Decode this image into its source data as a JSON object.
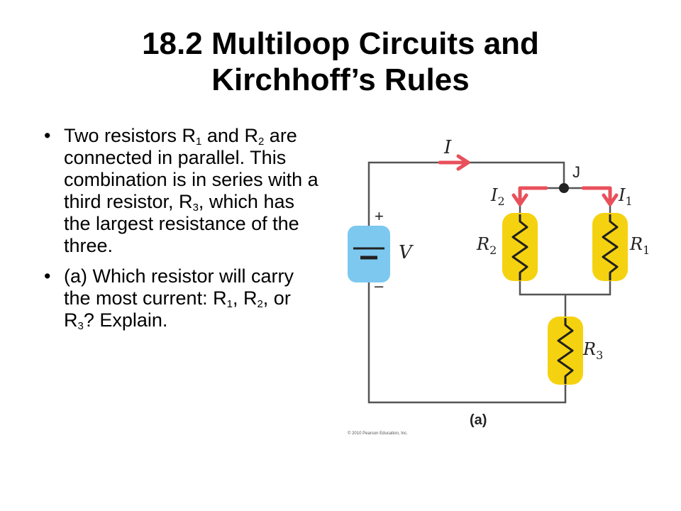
{
  "title": {
    "line1": "18.2 Multiloop Circuits and",
    "line2": "Kirchhoff’s Rules"
  },
  "bullets": [
    {
      "dot": "•",
      "t1": "Two resistors R",
      "s1": "1",
      "t2": " and R",
      "s2": "2",
      "t3": " are connected in parallel. This combination is in series with a third resistor, R",
      "s3": "3",
      "t4": ", which has the largest resistance of the three."
    },
    {
      "dot": "•",
      "t1": "(a) Which resistor will carry the most current: R",
      "s1": "1",
      "t2": ", R",
      "s2": "2",
      "t3": ", or R",
      "s3": "3",
      "t4": "? Explain."
    }
  ],
  "figure": {
    "current_main": "I",
    "junction": "J",
    "current_2": "I",
    "current_2_sub": "2",
    "current_1": "I",
    "current_1_sub": "1",
    "battery_plus": "+",
    "battery_minus": "–",
    "battery_label": "V",
    "r2_label": "R",
    "r2_sub": "2",
    "r1_label": "R",
    "r1_sub": "1",
    "r3_label": "R",
    "r3_sub": "3",
    "caption": "(a)",
    "copyright": "© 2010 Pearson Education, Inc.",
    "colors": {
      "wire": "#555555",
      "arrow": "#e8505b",
      "resistor_bg": "#f5d20f",
      "battery_bg": "#7dc8ef"
    }
  }
}
